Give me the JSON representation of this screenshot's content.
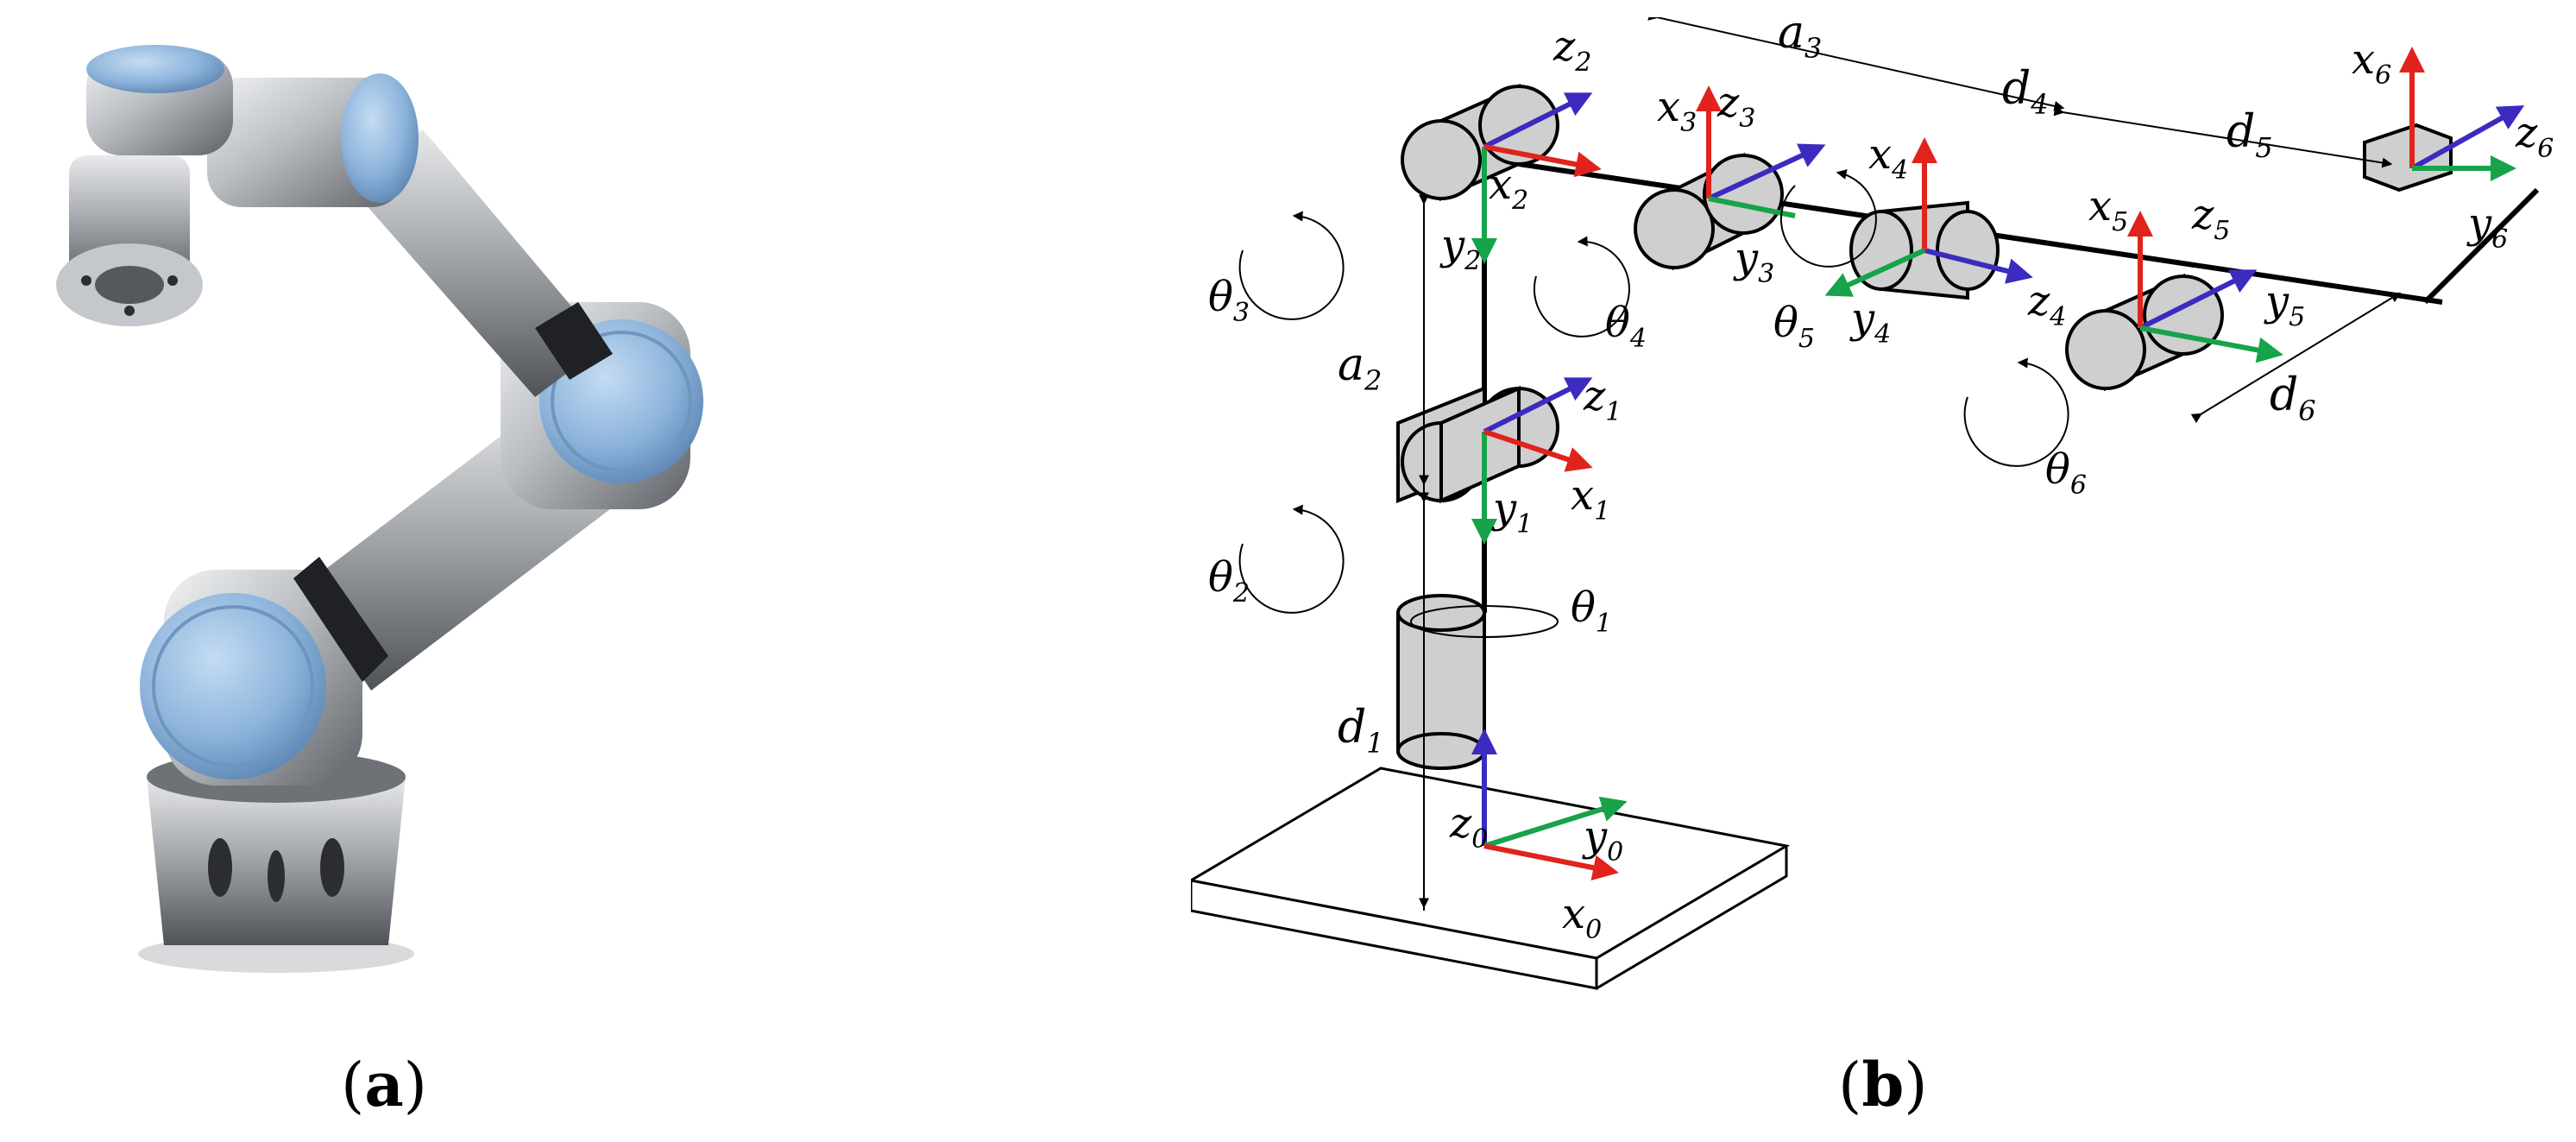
{
  "panel_a": {
    "caption_letter": "a"
  },
  "panel_b": {
    "caption_letter": "b",
    "frames": {
      "z0": {
        "sym": "z",
        "sub": "0"
      },
      "y0": {
        "sym": "y",
        "sub": "0"
      },
      "x0": {
        "sym": "x",
        "sub": "0"
      },
      "z1": {
        "sym": "z",
        "sub": "1"
      },
      "y1": {
        "sym": "y",
        "sub": "1"
      },
      "x1": {
        "sym": "x",
        "sub": "1"
      },
      "z2": {
        "sym": "z",
        "sub": "2"
      },
      "y2": {
        "sym": "y",
        "sub": "2"
      },
      "x2": {
        "sym": "x",
        "sub": "2"
      },
      "z3": {
        "sym": "z",
        "sub": "3"
      },
      "y3": {
        "sym": "y",
        "sub": "3"
      },
      "x3": {
        "sym": "x",
        "sub": "3"
      },
      "z4": {
        "sym": "z",
        "sub": "4"
      },
      "y4": {
        "sym": "y",
        "sub": "4"
      },
      "x4": {
        "sym": "x",
        "sub": "4"
      },
      "z5": {
        "sym": "z",
        "sub": "5"
      },
      "y5": {
        "sym": "y",
        "sub": "5"
      },
      "x5": {
        "sym": "x",
        "sub": "5"
      },
      "z6": {
        "sym": "z",
        "sub": "6"
      },
      "y6": {
        "sym": "y",
        "sub": "6"
      },
      "x6": {
        "sym": "x",
        "sub": "6"
      }
    },
    "dimensions": {
      "a2": {
        "sym": "a",
        "sub": "2"
      },
      "a3": {
        "sym": "a",
        "sub": "3"
      },
      "d1": {
        "sym": "d",
        "sub": "1"
      },
      "d4": {
        "sym": "d",
        "sub": "4"
      },
      "d5": {
        "sym": "d",
        "sub": "5"
      },
      "d6": {
        "sym": "d",
        "sub": "6"
      }
    },
    "joint_angles": {
      "theta1": {
        "sym": "θ",
        "sub": "1"
      },
      "theta2": {
        "sym": "θ",
        "sub": "2"
      },
      "theta3": {
        "sym": "θ",
        "sub": "3"
      },
      "theta4": {
        "sym": "θ",
        "sub": "4"
      },
      "theta5": {
        "sym": "θ",
        "sub": "5"
      },
      "theta6": {
        "sym": "θ",
        "sub": "6"
      }
    }
  },
  "colors": {
    "x_axis": "#e0231c",
    "y_axis": "#16a34a",
    "z_axis": "#3b2bbf",
    "joint_fill": "#cfcfcf",
    "robot_blue": "#8fb3d9",
    "robot_metal": "#b9bcc0"
  }
}
